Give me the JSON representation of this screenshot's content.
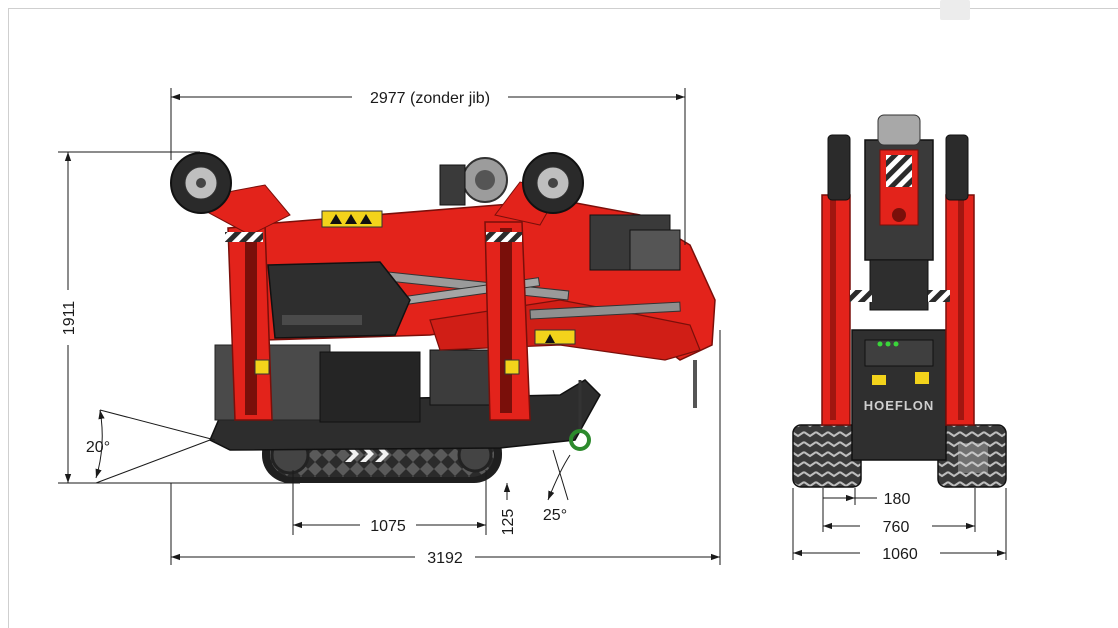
{
  "dimensions": {
    "length_without_jib": "2977 (zonder jib)",
    "height": "1911",
    "approach_angle": "20°",
    "track_contact": "1075",
    "ground_clearance": "125",
    "departure_angle": "25°",
    "total_length": "3192",
    "track_width": "180",
    "inner_width": "760",
    "total_width": "1060"
  },
  "labels": {
    "brand": "HOEFLON"
  },
  "colors": {
    "machine_red": "#e3231b",
    "dark_grey": "#3a3a3a",
    "dimension_line": "#1a1a1a"
  }
}
